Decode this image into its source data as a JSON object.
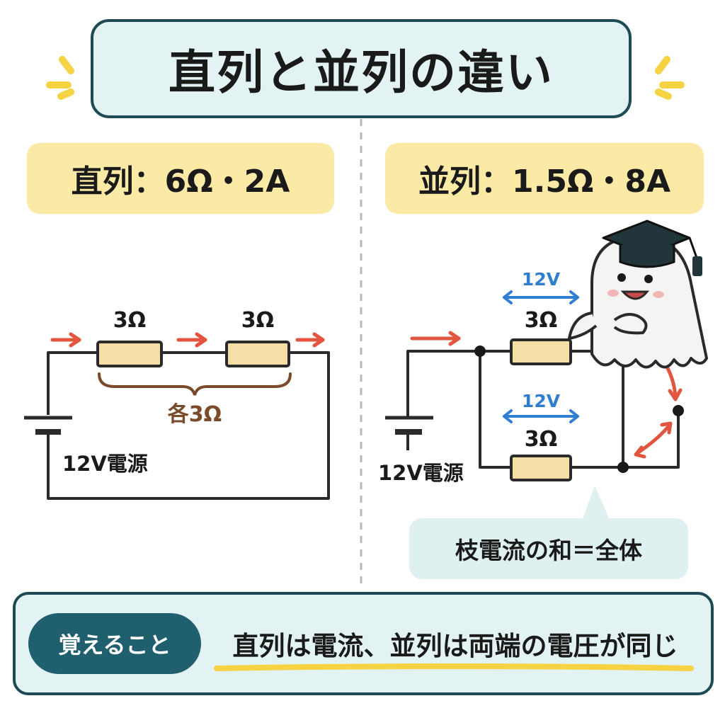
{
  "title": "直列と並列の違い",
  "series_panel": {
    "label": "直列：6Ω・2A",
    "resistor_1": "3Ω",
    "resistor_2": "3Ω",
    "brace_label": "各3Ω",
    "source_label": "12V電源"
  },
  "parallel_panel": {
    "label": "並列：1.5Ω・8A",
    "branch_1_voltage": "12V",
    "branch_1_resistor": "3Ω",
    "branch_2_voltage": "12V",
    "branch_2_resistor": "3Ω",
    "source_label": "12V電源",
    "note": "枝電流の和＝全体"
  },
  "takeaway": {
    "badge": "覚えること",
    "statement": "直列は電流、並列は両端の電圧が同じ"
  },
  "colors": {
    "frame": "#1d4a55",
    "panel_bg": "#e3f3f4",
    "label_bg": "#fbeaa6",
    "resistor": "#f6dfa6",
    "current_arrow": "#e2553f",
    "voltage_arrow": "#2f7fd1",
    "brace": "#7a4a2a",
    "accent_yellow": "#f5d342"
  },
  "icons": [
    "sparkle-icon",
    "ghost-mascot-icon",
    "graduation-cap-icon",
    "battery-icon"
  ]
}
